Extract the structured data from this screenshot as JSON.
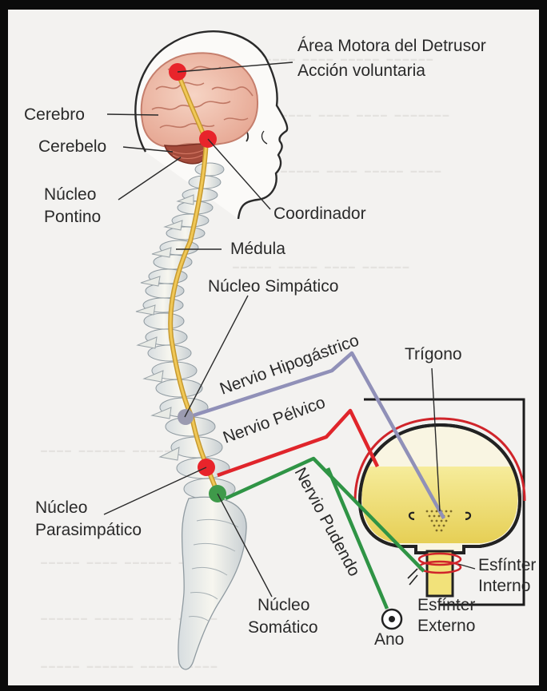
{
  "labels": {
    "area_motora": "Área Motora del Detrusor",
    "accion_voluntaria": "Acción voluntaria",
    "cerebro": "Cerebro",
    "cerebelo": "Cerebelo",
    "nucleo_pontino_1": "Núcleo",
    "nucleo_pontino_2": "Pontino",
    "coordinador": "Coordinador",
    "medula": "Médula",
    "nucleo_simpatico": "Núcleo Simpático",
    "nervio_hipogastrico": "Nervio Hipogástrico",
    "nervio_pelvico": "Nervio Pélvico",
    "nervio_pudendo": "Nervio Pudendo",
    "trigono": "Trígono",
    "nucleo_parasimpatico_1": "Núcleo",
    "nucleo_parasimpatico_2": "Parasimpático",
    "esfinter_interno_1": "Esfínter",
    "esfinter_interno_2": "Interno",
    "esfinter_externo_1": "Esfínter",
    "esfinter_externo_2": "Externo",
    "nucleo_somatico_1": "Núcleo",
    "nucleo_somatico_2": "Somático",
    "ano": "Ano"
  },
  "colors": {
    "motor_area_dot": "#e8242b",
    "coordinator_dot": "#e8242b",
    "sympathetic_dot": "#9b9bb0",
    "parasympathetic_dot": "#e8242b",
    "somatic_dot": "#3f9a4a",
    "hypogastric_nerve": "#9090b8",
    "pelvic_nerve": "#e0252b",
    "pudendal_nerve": "#2f9445",
    "spinal_cord": "#e8b84a",
    "bladder_fill": "#f2e27a"
  }
}
